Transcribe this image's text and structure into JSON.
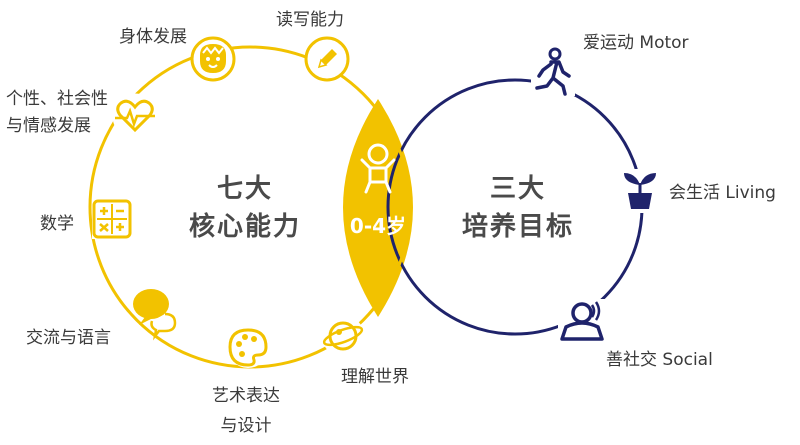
{
  "colors": {
    "yellow": "#F2C200",
    "navy": "#1F236B",
    "white": "#FFFFFF",
    "text": "#3A3A3A",
    "title_text": "#4A4A4A"
  },
  "left_circle": {
    "title_line1": "七大",
    "title_line2": "核心能力",
    "items": [
      {
        "label": "读写能力",
        "icon": "pencil-icon"
      },
      {
        "label": "身体发展",
        "icon": "baby-face-icon"
      },
      {
        "label_line1": "个性、社会性",
        "label_line2": "与情感发展",
        "icon": "heartbeat-icon"
      },
      {
        "label": "数学",
        "icon": "calculator-icon"
      },
      {
        "label": "交流与语言",
        "icon": "speech-bubbles-icon"
      },
      {
        "label_line1": "艺术表达",
        "label_line2": "与设计",
        "icon": "palette-icon"
      },
      {
        "label": "理解世界",
        "icon": "planet-icon"
      }
    ]
  },
  "right_circle": {
    "title_line1": "三大",
    "title_line2": "培养目标",
    "items": [
      {
        "label": "爱运动 Motor",
        "icon": "walking-person-icon"
      },
      {
        "label": "会生活 Living",
        "icon": "potted-plant-icon"
      },
      {
        "label": "善社交 Social",
        "icon": "social-person-icon"
      }
    ]
  },
  "center": {
    "age_label": "0-4岁",
    "icon": "child-icon"
  }
}
